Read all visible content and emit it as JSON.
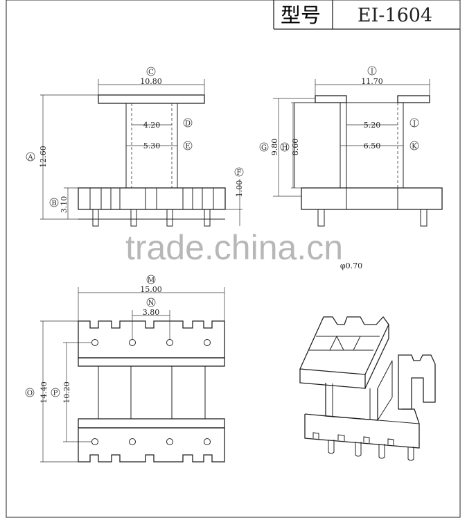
{
  "title_block": {
    "label": "型号",
    "model": "EI-1604"
  },
  "front_view": {
    "letters": {
      "C": "C",
      "D": "D",
      "E": "E",
      "A": "A",
      "B": "B",
      "F": "F"
    },
    "dims": {
      "C": "10.80",
      "D": "4.20",
      "E": "5.30",
      "A": "12.60",
      "B": "3.10",
      "F": "1.00"
    }
  },
  "side_view": {
    "letters": {
      "I": "I",
      "J": "J",
      "K": "K",
      "G": "G",
      "H": "H"
    },
    "dims": {
      "I": "11.70",
      "J": "5.20",
      "K": "6.50",
      "G": "9.80",
      "H": "8.60"
    },
    "partial_label": "φ0.70"
  },
  "top_view": {
    "letters": {
      "M": "M",
      "N": "N",
      "O": "O",
      "P": "P"
    },
    "dims": {
      "M": "15.00",
      "N": "3.80",
      "O": "14.40",
      "P": "10.20"
    }
  },
  "watermark": "trade.china.cn"
}
